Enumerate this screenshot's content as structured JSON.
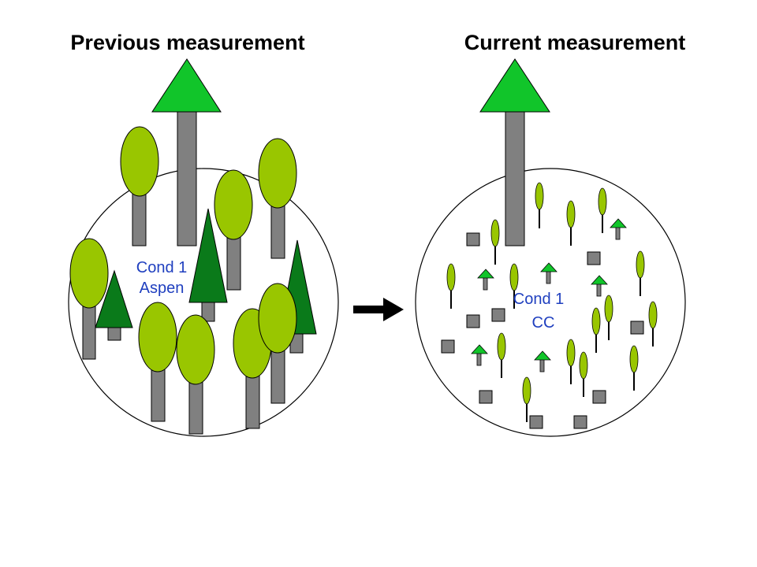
{
  "panels": {
    "previous": {
      "title": "Previous measurement",
      "cond_label": "Cond 1",
      "cond_type": "Aspen"
    },
    "current": {
      "title": "Current measurement",
      "cond_label": "Cond 1",
      "cond_type": "CC"
    }
  },
  "colors": {
    "aspen_crown": "#99c600",
    "conifer_dark": "#0a7a1a",
    "conifer_bright": "#11c52a",
    "trunk": "#808080",
    "label_text": "#1f3fbf"
  },
  "icons": [
    "aspen-tree-icon",
    "conifer-tree-icon",
    "stump-icon",
    "seedling-icon",
    "arrow-right-icon"
  ]
}
